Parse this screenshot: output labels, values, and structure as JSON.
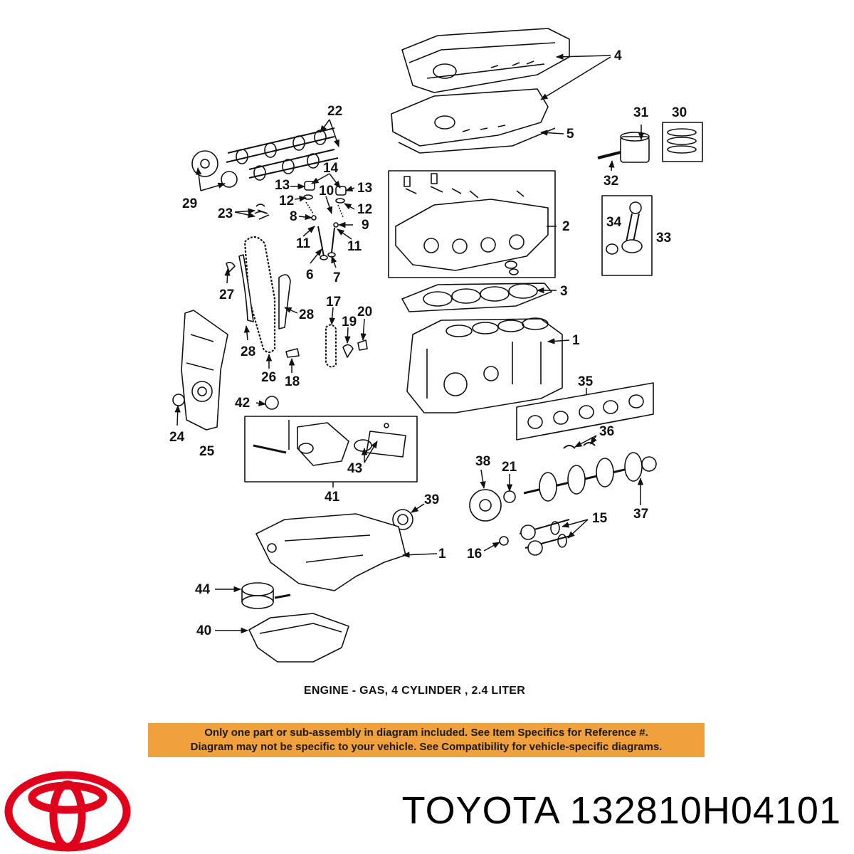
{
  "diagram": {
    "callouts": [
      "1",
      "2",
      "3",
      "4",
      "5",
      "6",
      "7",
      "8",
      "9",
      "10",
      "11",
      "12",
      "13",
      "14",
      "15",
      "16",
      "17",
      "18",
      "19",
      "20",
      "21",
      "22",
      "23",
      "24",
      "25",
      "26",
      "27",
      "28",
      "29",
      "30",
      "31",
      "32",
      "33",
      "34",
      "35",
      "36",
      "37",
      "38",
      "39",
      "40",
      "41",
      "42",
      "43",
      "44"
    ],
    "caption": "ENGINE - GAS, 4 CYLINDER ,  2.4 LITER"
  },
  "notice": {
    "line1": "Only one part or sub-assembly in diagram included. See Item Specifics for Reference #.",
    "line2": "Diagram may not be specific to your vehicle. See Compatibility for vehicle-specific diagrams."
  },
  "product": {
    "brand": "TOYOTA",
    "part_number": "132810H04101"
  },
  "colors": {
    "notice_bg": "#f0a03c",
    "logo": "#e0001b"
  },
  "icons": {
    "logo": "toyota-logo-icon"
  }
}
